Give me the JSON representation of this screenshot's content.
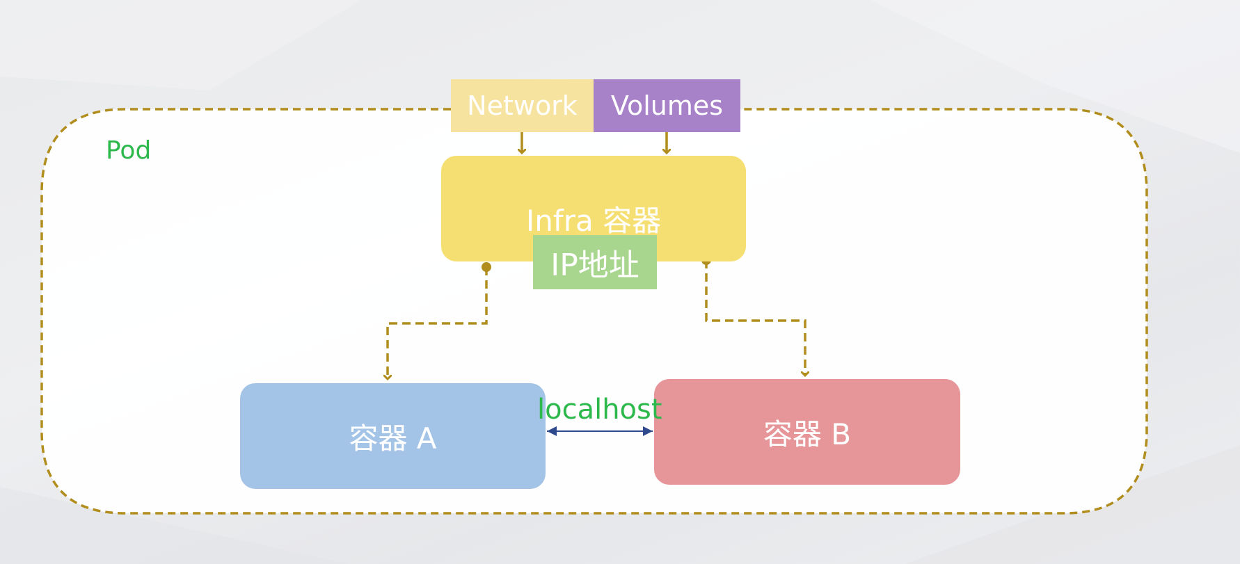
{
  "diagram": {
    "pod_label": "Pod",
    "network_label": "Network",
    "volumes_label": "Volumes",
    "infra_label": "Infra 容器",
    "ip_label": "IP地址",
    "container_a_label": "容器 A",
    "container_b_label": "容器 B",
    "link_label": "localhost"
  },
  "colors": {
    "pod_border": "#b08d1c",
    "pod_label": "#2db84c",
    "network": "#f6e3a0",
    "volumes": "#a882c8",
    "infra": "#f6df72",
    "ip": "#a9d68e",
    "container_a": "#a4c4e7",
    "container_b": "#e69698",
    "arrow": "#b08d1c",
    "localhost_arrow": "#2f4a8c"
  }
}
